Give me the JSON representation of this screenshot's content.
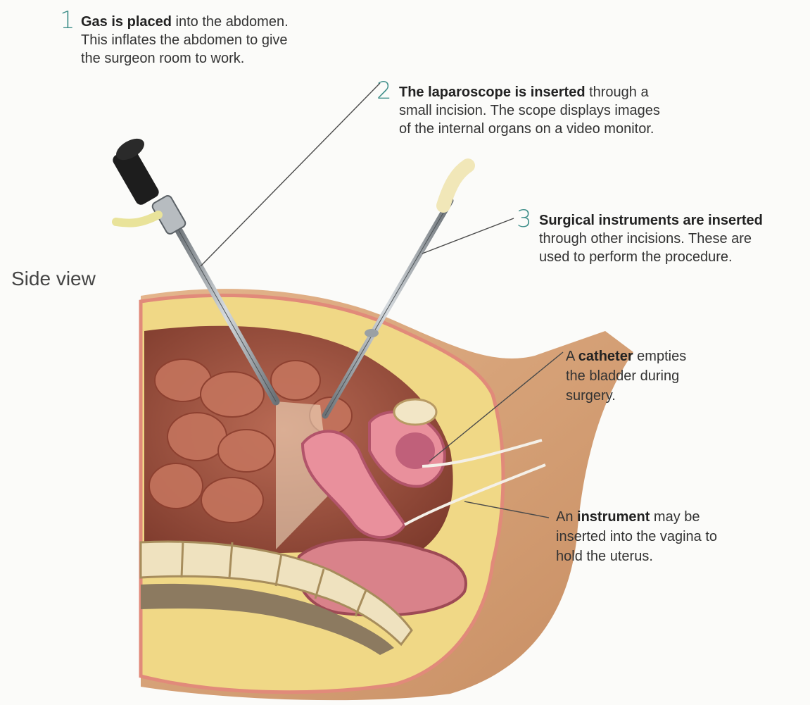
{
  "view_label": "Side view",
  "steps": [
    {
      "number": "1",
      "bold": "Gas is placed",
      "text1": " into the abdomen.",
      "line2": "This inflates the abdomen to give",
      "line3": "the surgeon room to work."
    },
    {
      "number": "2",
      "bold": "The laparoscope is inserted",
      "text1": " through a",
      "line2": "small incision. The scope displays images",
      "line3": "of the internal organs on a video monitor."
    },
    {
      "number": "3",
      "bold": "Surgical instruments are inserted",
      "text1": "",
      "line2": "through other incisions. These are",
      "line3": "used to perform the procedure."
    }
  ],
  "callouts": {
    "catheter": {
      "pre": "A ",
      "bold": "catheter",
      "post": " empties",
      "line2": "the bladder during",
      "line3": "surgery."
    },
    "instrument": {
      "pre": "An ",
      "bold": "instrument",
      "post": " may be",
      "line2": "inserted into the vagina to",
      "line3": "hold the uterus."
    }
  },
  "colors": {
    "step_number": "#3f8f8a",
    "fat": "#f0d886",
    "skin": "#d7a77e",
    "organ": "#e9909c",
    "cavity": "#9a4e3c"
  }
}
